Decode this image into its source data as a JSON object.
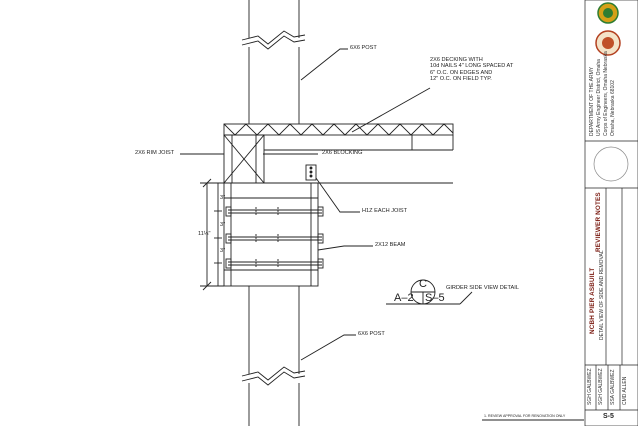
{
  "labels": {
    "post_top": "6X6 POST",
    "decking_note": "2X6 DECKING WITH\n10d NAILS 4\" LONG SPACED AT\n6\" O.C. ON EDGES AND\n12\" O.C. ON FIELD TYP.",
    "rim_joist": "2X6 RIM JOIST",
    "blocking": "2X6 BLOCKING",
    "h1z": "H1Z EACH JOIST",
    "beam": "2X12 BEAM",
    "post_bottom": "6X6 POST",
    "dim_total": "11¼\"",
    "dim_3a": "3\"",
    "dim_3b": "3\"",
    "dim_3c": "3\"",
    "view_title": "GIRDER SIDE VIEW DETAIL",
    "bubble_top": "C",
    "bubble_left": "A–2",
    "bubble_right": "S–5",
    "footer_note": "1. REVIEW APPROVAL FOR RENOVATION ONLY"
  },
  "titleblock": {
    "org_lines": [
      "DEPARTMENT OF THE ARMY",
      "US Army Engineer District, Omaha",
      "Corps of Engineers, Omaha Nebraska",
      "Omaha, Nebraska 68102"
    ],
    "project": "NCBH PIER ASBUILT",
    "sheet_type": "REVIEWER NOTES",
    "sheet_title": "DETAIL VIEW OF SIDE AND REMOVAL",
    "names": [
      "SGH GALBWEZ",
      "SGH GALBWEZ",
      "SSA GALBWEZ",
      "CMD ALLEN"
    ],
    "sheet_number": "S-5"
  },
  "colors": {
    "line": "#222222",
    "titleblock_accent": "#7a1a10",
    "logo_gold": "#d4a017",
    "logo_green": "#2e7d32"
  }
}
